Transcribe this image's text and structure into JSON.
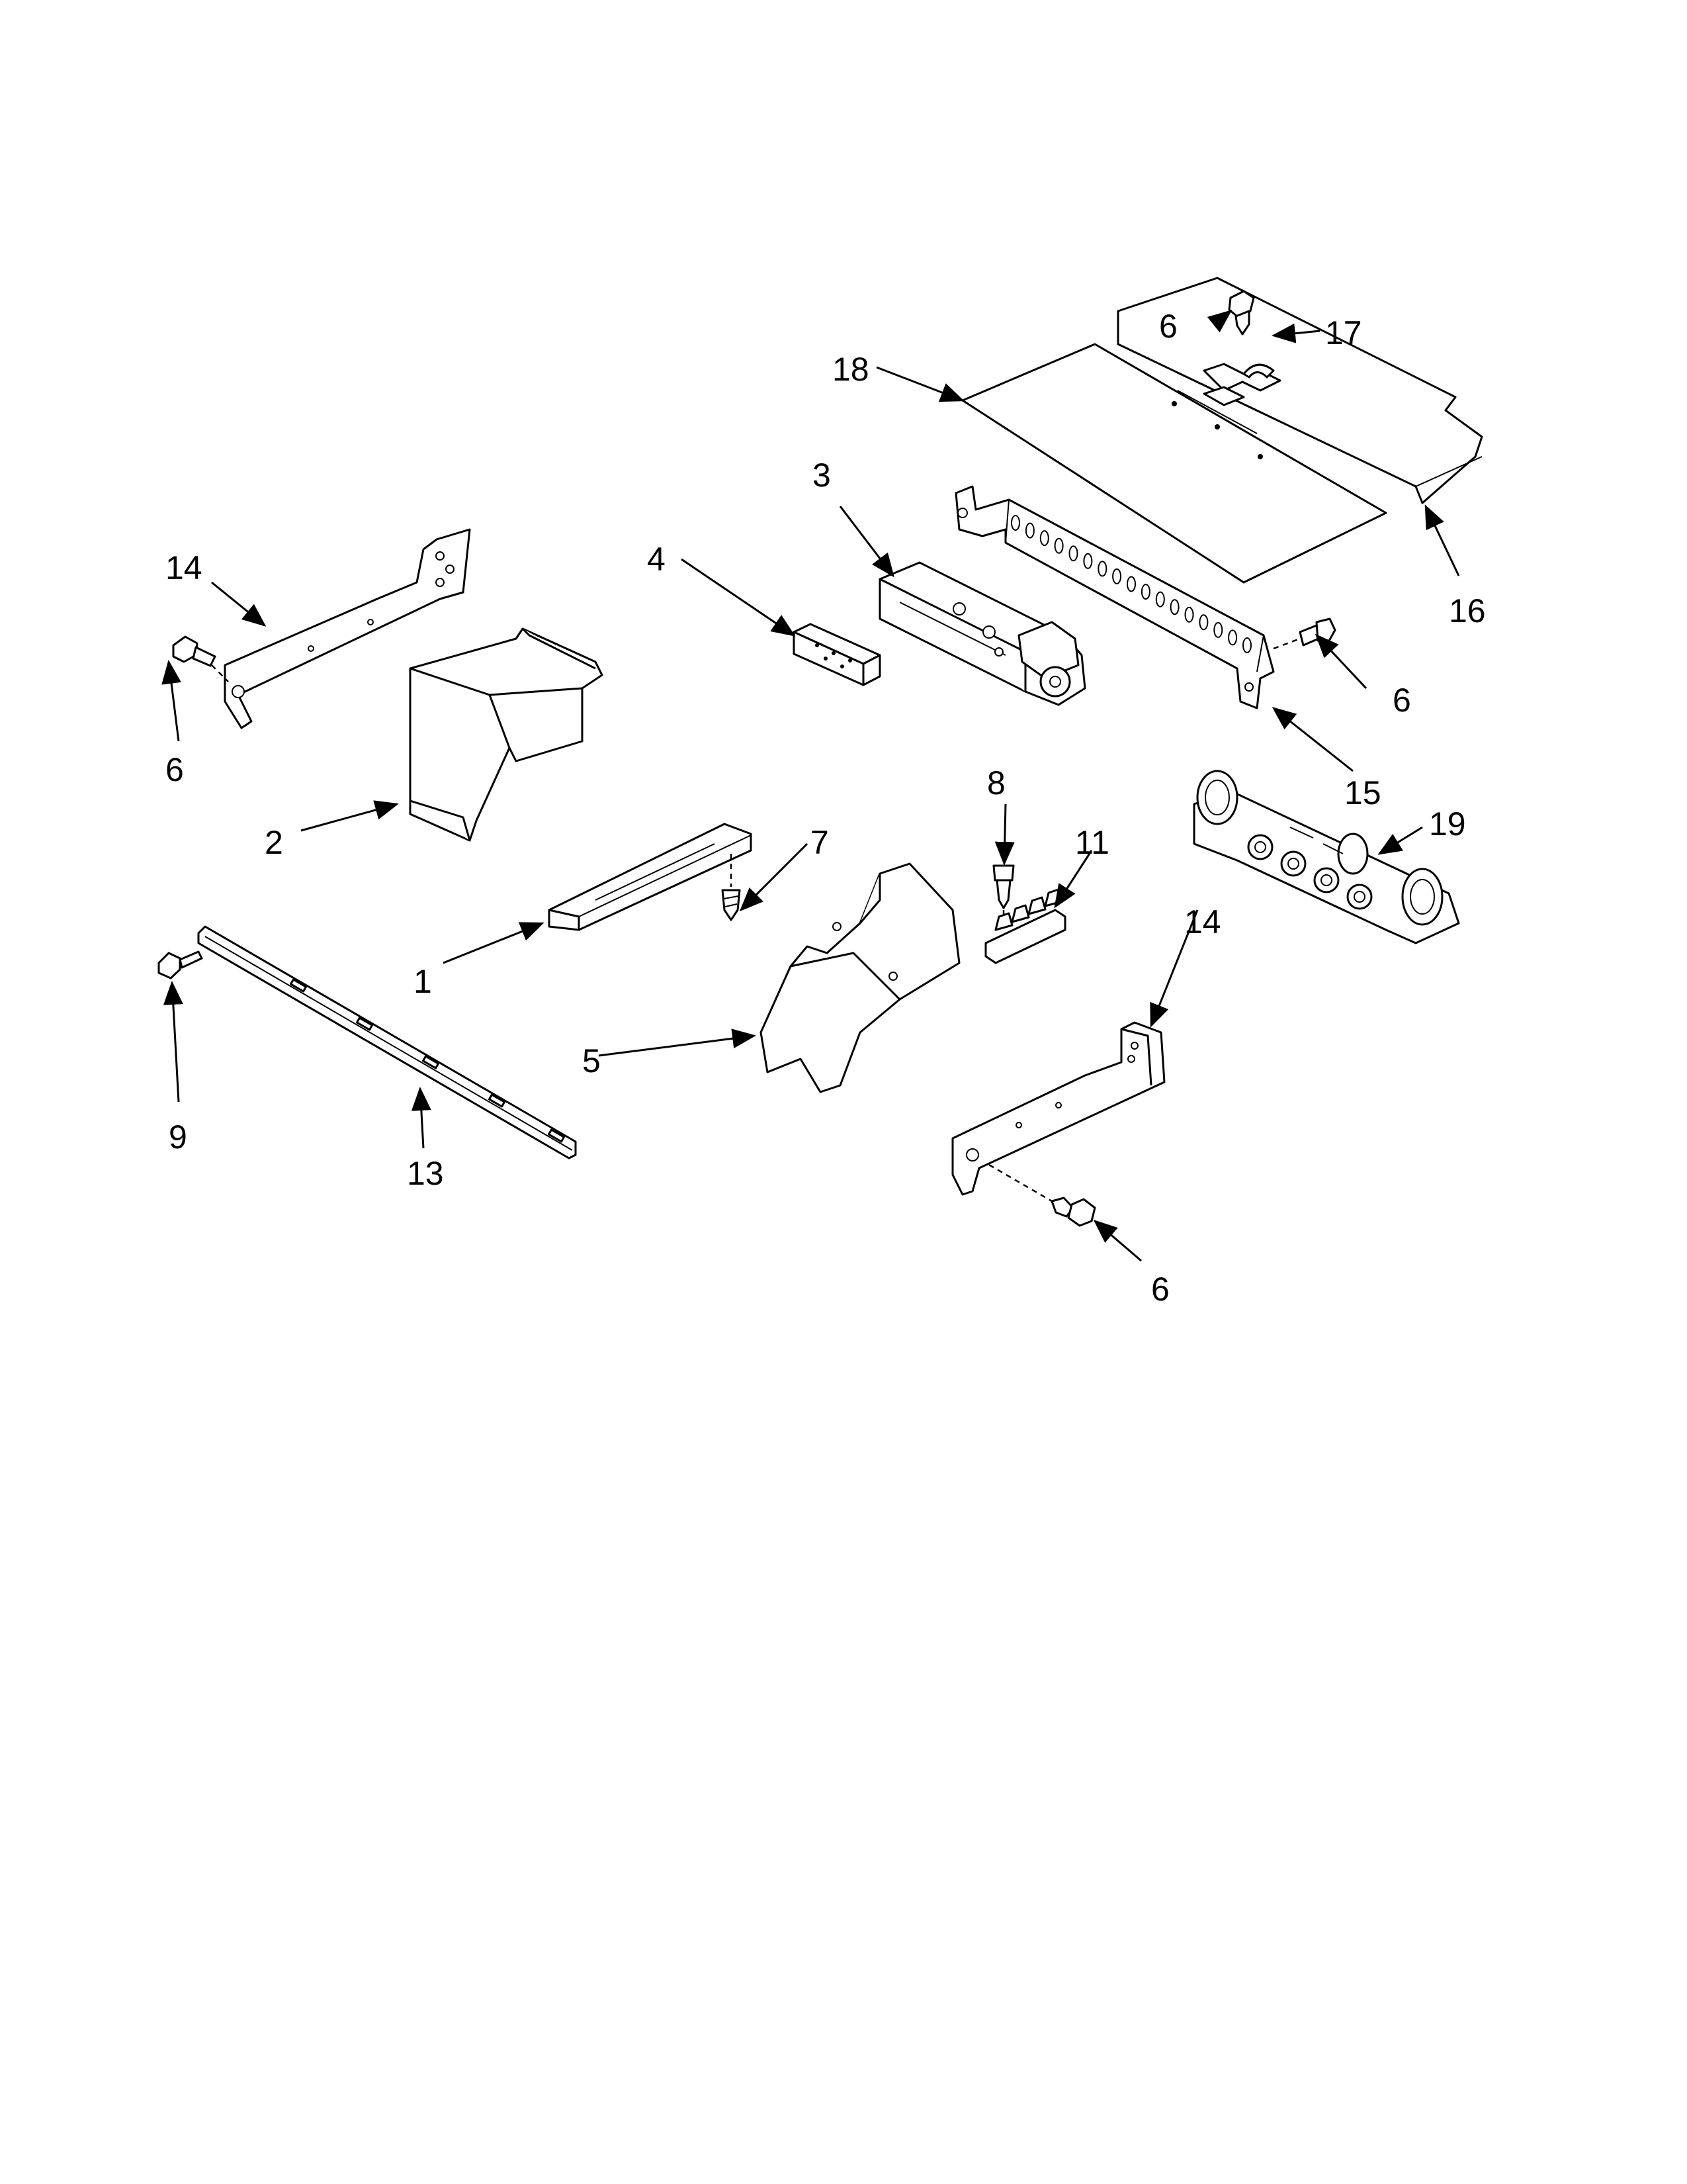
{
  "callouts": {
    "c1": "1",
    "c2": "2",
    "c3": "3",
    "c4": "4",
    "c5": "5",
    "c6a": "6",
    "c6b": "6",
    "c6c": "6",
    "c6d": "6",
    "c7": "7",
    "c8": "8",
    "c9": "9",
    "c11": "11",
    "c13": "13",
    "c14a": "14",
    "c14b": "14",
    "c15": "15",
    "c16": "16",
    "c17": "17",
    "c18": "18",
    "c19": "19"
  },
  "colors": {
    "line": "#000000",
    "background": "#ffffff"
  }
}
